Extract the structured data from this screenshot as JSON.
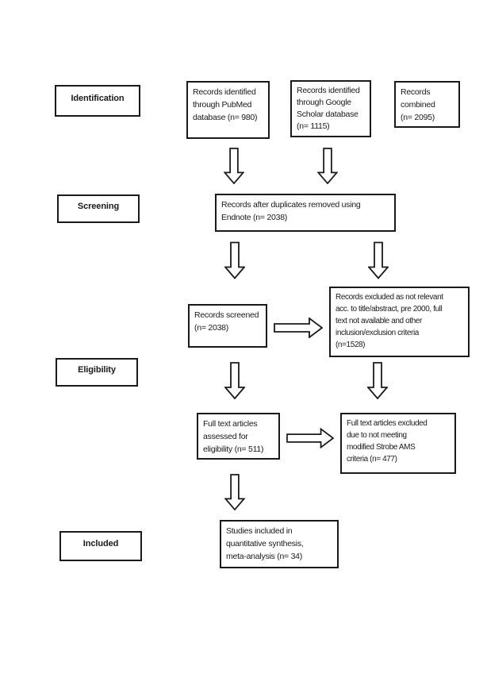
{
  "colors": {
    "ink": "#1a1a1a",
    "background": "#ffffff"
  },
  "diagram": {
    "stages": [
      {
        "id": "identification",
        "label": "Identification"
      },
      {
        "id": "screening",
        "label": "Screening"
      },
      {
        "id": "eligibility",
        "label": "Eligibility"
      },
      {
        "id": "included",
        "label": "Included"
      }
    ],
    "boxes": [
      {
        "id": "records-pubmed",
        "text": "Records identified\nthrough PubMed\ndatabase (n= 980)"
      },
      {
        "id": "records-google-scholar",
        "text": "Records identified\nthrough Google\nScholar database\n(n= 1115)"
      },
      {
        "id": "records-combined",
        "text": "Records\ncombined\n(n= 2095)"
      },
      {
        "id": "duplicates-removed",
        "text": "Records after duplicates removed using\nEndnote (n= 2038)"
      },
      {
        "id": "records-screened",
        "text": "Records screened\n(n= 2038)"
      },
      {
        "id": "records-excluded",
        "text": "Records excluded as not relevant\nacc. to title/abstract, pre 2000, full\ntext not available and other\ninclusion/exclusion criteria\n(n=1528)"
      },
      {
        "id": "full-text-assessed",
        "text": "Full text articles\nassessed for\neligibility (n= 511)"
      },
      {
        "id": "full-text-excluded",
        "text": "Full text articles excluded\ndue to not meeting\nmodified Strobe AMS\ncriteria (n= 477)"
      },
      {
        "id": "studies-included",
        "text": "Studies included in\nquantitative synthesis,\nmeta-analysis (n= 34)"
      }
    ]
  }
}
